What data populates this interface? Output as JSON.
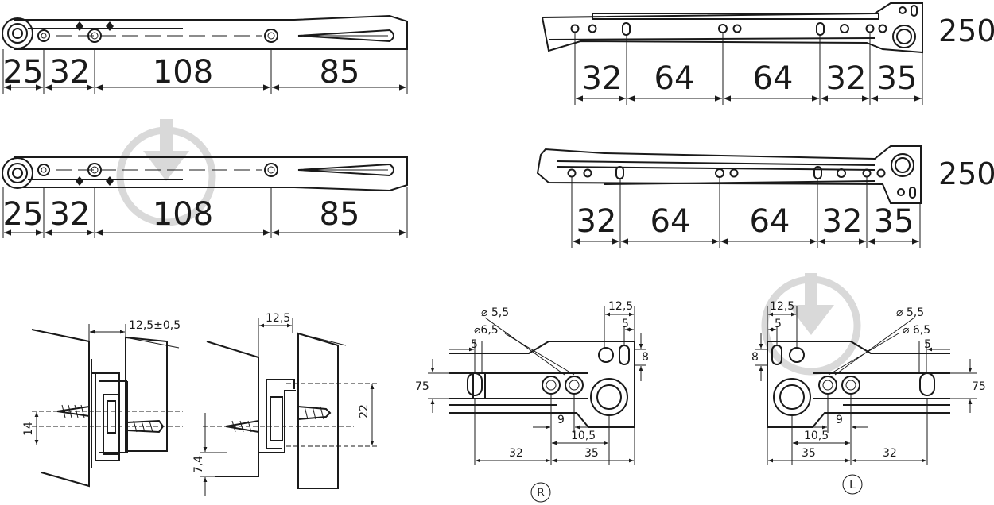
{
  "top_left_dims": [
    "25",
    "32",
    "108",
    "85"
  ],
  "top_right_dims": [
    "32",
    "64",
    "64",
    "32",
    "35"
  ],
  "top_right_length": "250",
  "mid_left_dims": [
    "25",
    "32",
    "108",
    "85"
  ],
  "mid_right_dims": [
    "32",
    "64",
    "64",
    "32",
    "35"
  ],
  "mid_right_length": "250",
  "section1": {
    "gap": "12,5±0,5",
    "height": "14"
  },
  "section2": {
    "gap": "12,5",
    "height": "22",
    "offset": "7,4"
  },
  "detail_r": {
    "hole_a": "⌀ 5,5",
    "hole_b": "⌀6,5",
    "d5_left": "5",
    "d12_5": "12,5",
    "d5_top": "5",
    "d8": "8",
    "d75": "75",
    "d9": "9",
    "d10_5": "10,5",
    "d32": "32",
    "d35": "35",
    "mark": "R"
  },
  "detail_l": {
    "hole_a": "⌀ 5,5",
    "hole_b": "⌀ 6,5",
    "d12_5": "12,5",
    "d5_top": "5",
    "d5_right": "5",
    "d8": "8",
    "d75": "75",
    "d9": "9",
    "d10_5": "10,5",
    "d35": "35",
    "d32": "32",
    "mark": "L"
  }
}
